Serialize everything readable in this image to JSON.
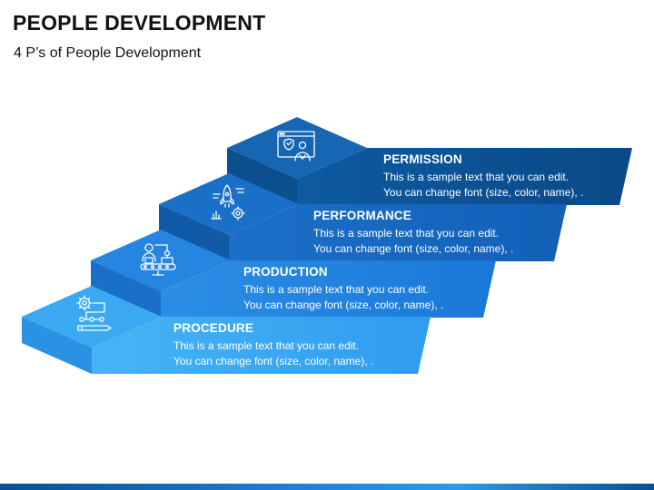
{
  "title": "PEOPLE DEVELOPMENT",
  "subtitle": "4 P’s of People Development",
  "colors": {
    "permission": "#0b4f91",
    "performance": "#1566c0",
    "production": "#1e80e0",
    "procedure": "#39a8f2",
    "text": "#ffffff"
  },
  "steps": [
    {
      "name": "PERMISSION",
      "line1": "This is a sample text that you can edit.",
      "line2": "You can change font (size, color, name), .",
      "icon": "security-screen-user-icon"
    },
    {
      "name": "PERFORMANCE",
      "line1": "This is a sample text that you can edit.",
      "line2": "You can change font (size, color, name), .",
      "icon": "rocket-gear-chart-icon"
    },
    {
      "name": "PRODUCTION",
      "line1": "This is a sample text that you can edit.",
      "line2": "You can change font (size, color, name), .",
      "icon": "worker-conveyor-icon"
    },
    {
      "name": "PROCEDURE",
      "line1": "This is a sample text that you can edit.",
      "line2": "You can change font (size, color, name), .",
      "icon": "gear-flow-pencil-icon"
    }
  ]
}
